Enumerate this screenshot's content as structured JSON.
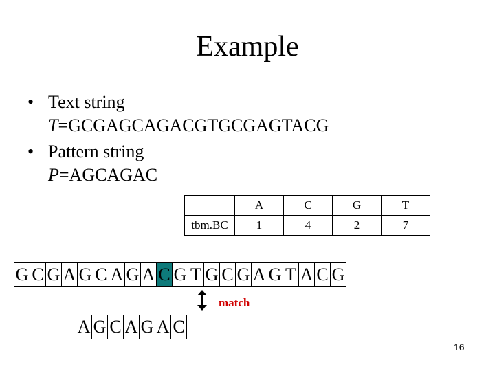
{
  "slide": {
    "title": "Example",
    "bullets": [
      {
        "label": "Text string",
        "var": "T",
        "value": "=GCGAGCAGACGTGCGAGTACG"
      },
      {
        "label": "Pattern string",
        "var": "P",
        "value": "=AGCAGAC"
      }
    ],
    "bullet_char": "•"
  },
  "bc_table": {
    "row_label": "tbm.BC",
    "headers": [
      "A",
      "C",
      "G",
      "T"
    ],
    "values": [
      "1",
      "4",
      "2",
      "7"
    ]
  },
  "text_sequence": [
    "G",
    "C",
    "G",
    "A",
    "G",
    "C",
    "A",
    "G",
    "A",
    "C",
    "G",
    "T",
    "G",
    "C",
    "G",
    "A",
    "G",
    "T",
    "A",
    "C",
    "G"
  ],
  "highlight_index": 9,
  "highlight_color": "#0e7a7a",
  "pattern_sequence": [
    "A",
    "G",
    "C",
    "A",
    "G",
    "A",
    "C"
  ],
  "match_label": "match",
  "match_color": "#d00000",
  "page_number": "16"
}
